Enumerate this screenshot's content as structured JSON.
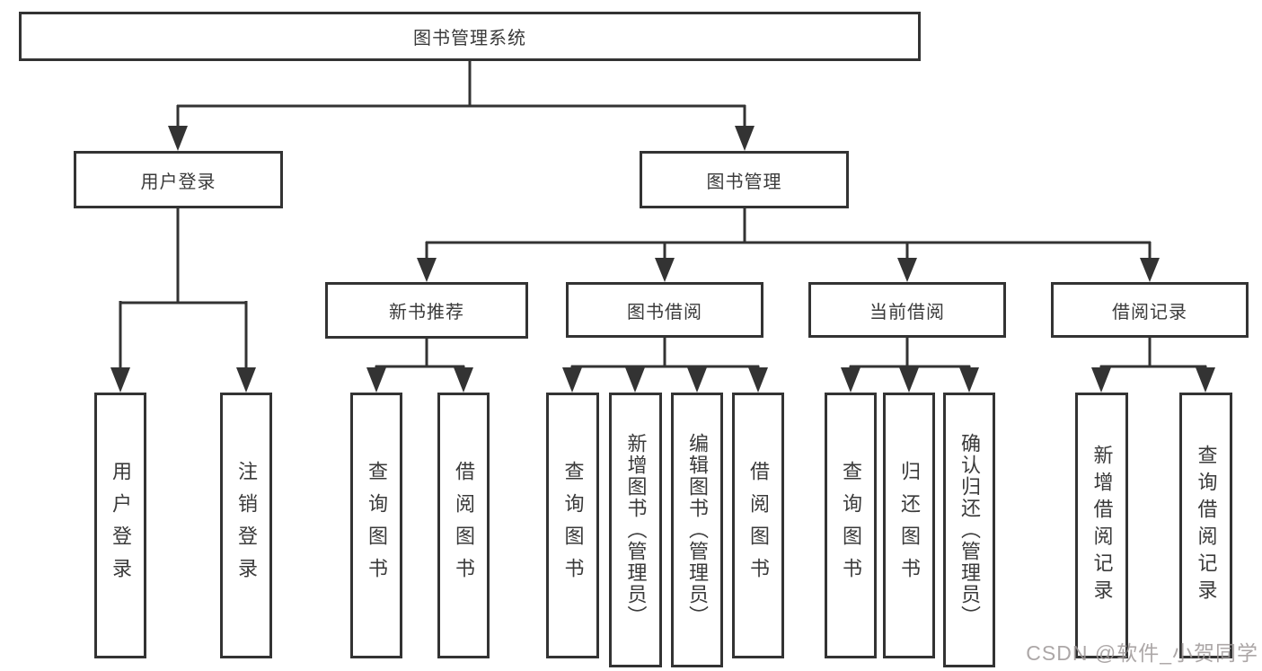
{
  "diagram": {
    "root": "图书管理系统",
    "branches": [
      {
        "label": "用户登录",
        "children": [
          "用户登录",
          "注销登录"
        ]
      },
      {
        "label": "图书管理",
        "groups": [
          {
            "label": "新书推荐",
            "children": [
              "查询图书",
              "借阅图书"
            ]
          },
          {
            "label": "图书借阅",
            "children": [
              "查询图书",
              "新增图书（管理员）",
              "编辑图书（管理员）",
              "借阅图书"
            ]
          },
          {
            "label": "当前借阅",
            "children": [
              "查询图书",
              "归还图书",
              "确认归还（管理员）"
            ]
          },
          {
            "label": "借阅记录",
            "children": [
              "新增借阅记录",
              "查询借阅记录"
            ]
          }
        ]
      }
    ]
  },
  "watermark": "CSDN @软件_小贺同学",
  "colors": {
    "line": "#333333",
    "text": "#3a3a3a",
    "watermark": "#9e9898"
  }
}
